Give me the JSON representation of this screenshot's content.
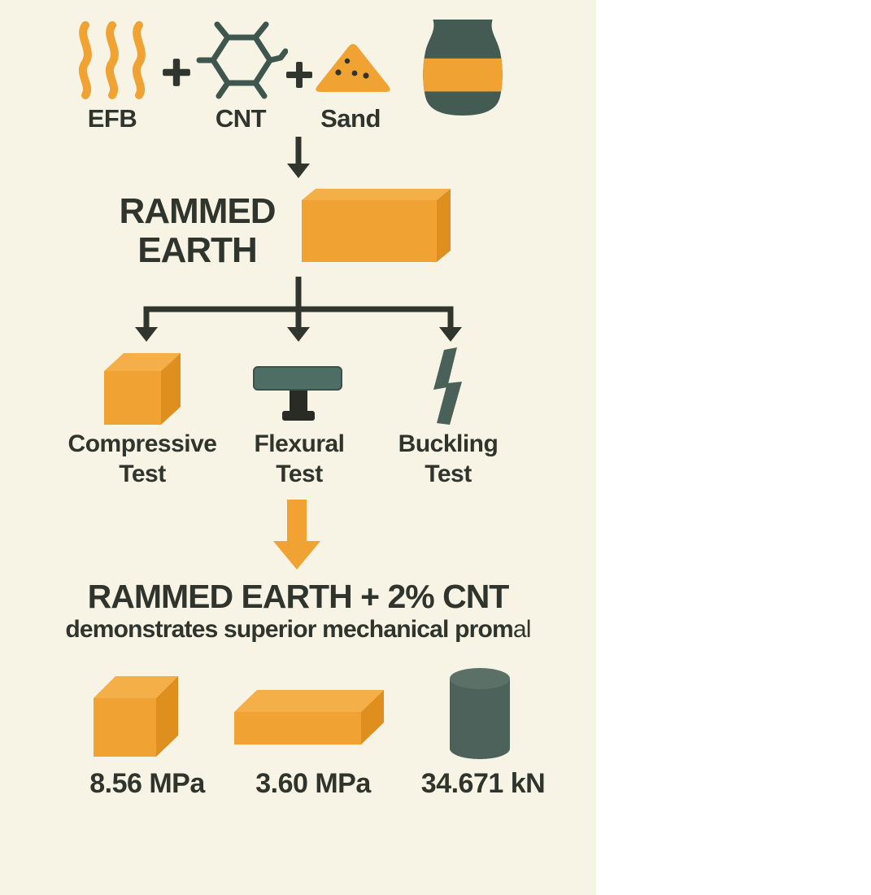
{
  "palette": {
    "background_panel": "#F8F4E5",
    "background_right": "#FFFFFF",
    "orange": "#F0A233",
    "orange_light": "#F5AF49",
    "orange_dark": "#DF8F1E",
    "teal": "#415951",
    "teal_beam": "#4E6E65",
    "teal_cylinder": "#4D625A",
    "dark_text": "#2F342C"
  },
  "ingredients": {
    "items": [
      {
        "label": "EFB",
        "icon": "efb-fibers-icon"
      },
      {
        "label": "CNT",
        "icon": "cnt-molecule-icon"
      },
      {
        "label": "Sand",
        "icon": "sand-pile-icon"
      }
    ],
    "plus": "+",
    "jar_icon": "soil-jar-icon"
  },
  "material": {
    "title_line1": "RAMMED",
    "title_line2": "EARTH",
    "icon": "earth-block-icon"
  },
  "tests": [
    {
      "label_line1": "Compressive",
      "label_line2": "Test",
      "icon": "cube-specimen-icon"
    },
    {
      "label_line1": "Flexural",
      "label_line2": "Test",
      "icon": "beam-press-icon"
    },
    {
      "label_line1": "Buckling",
      "label_line2": "Test",
      "icon": "buckled-column-icon"
    }
  ],
  "result": {
    "headline": "RAMMED EARTH + 2% CNT",
    "subtitle_bold": "demonstrates superior mechanical prom",
    "subtitle_light": "al"
  },
  "measurements": [
    {
      "value": "8.56 MPa",
      "icon": "cube-specimen-icon"
    },
    {
      "value": "3.60 MPa",
      "icon": "slab-specimen-icon"
    },
    {
      "value": "34.671 kN",
      "icon": "cylinder-specimen-icon"
    }
  ]
}
